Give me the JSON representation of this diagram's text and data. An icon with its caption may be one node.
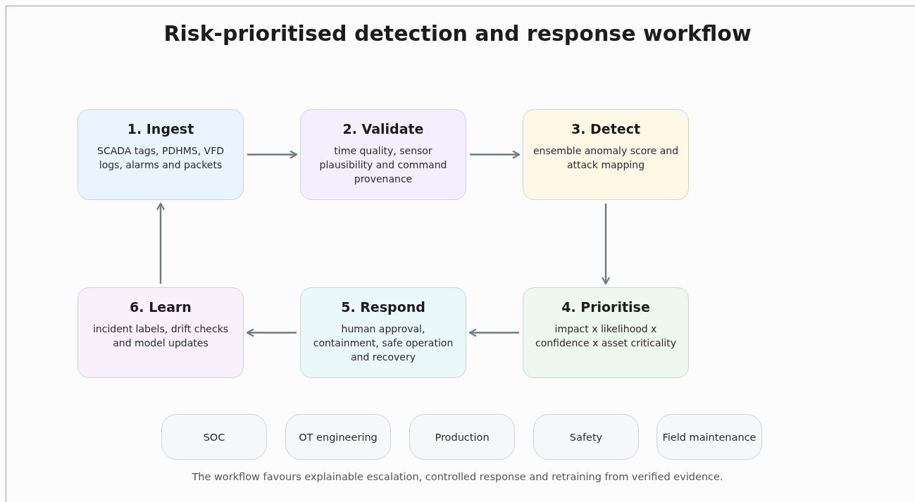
{
  "diagram": {
    "title": "Risk-prioritised detection and response workflow",
    "caption": "The workflow favours explainable escalation, controlled response and retraining from verified evidence.",
    "nodes": [
      {
        "text": [
          "1. Ingest",
          "SCADA tags, PDHMS, VFD logs, alarms and packets"
        ]
      },
      {
        "text": [
          "2. Validate",
          "time quality, sensor plausibility and command provenance"
        ]
      },
      {
        "text": [
          "3. Detect",
          "ensemble anomaly score and attack mapping"
        ]
      },
      {
        "text": [
          "4. Prioritise",
          "impact x likelihood x confidence x asset criticality"
        ]
      },
      {
        "text": [
          "5. Respond",
          "human approval, containment, safe operation and recovery"
        ]
      },
      {
        "text": [
          "6. Learn",
          "incident labels, drift checks and model updates"
        ]
      },
      {
        "text": [
          "SOC"
        ]
      },
      {
        "text": [
          "OT engineering"
        ]
      },
      {
        "text": [
          "Production"
        ]
      },
      {
        "text": [
          "Safety"
        ]
      },
      {
        "text": [
          "Field maintenance"
        ]
      }
    ],
    "edges": [
      {
        "from": 0,
        "to": 1,
        "arrow": "to"
      },
      {
        "from": 1,
        "to": 2,
        "arrow": "to"
      },
      {
        "from": 2,
        "to": 3,
        "arrow": "to"
      },
      {
        "from": 3,
        "to": 4,
        "arrow": "to"
      },
      {
        "from": 4,
        "to": 5,
        "arrow": "to"
      },
      {
        "from": 5,
        "to": 0,
        "arrow": "to"
      }
    ]
  }
}
